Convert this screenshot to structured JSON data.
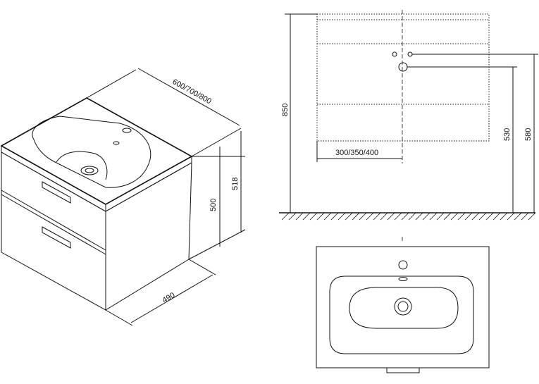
{
  "diagram": {
    "dimensions": {
      "width_options": "600/700/800",
      "height_518": "518",
      "height_500": "500",
      "depth_490": "490",
      "height_850": "850",
      "height_530": "530",
      "height_580": "580",
      "offset_options": "300/350/400"
    }
  }
}
